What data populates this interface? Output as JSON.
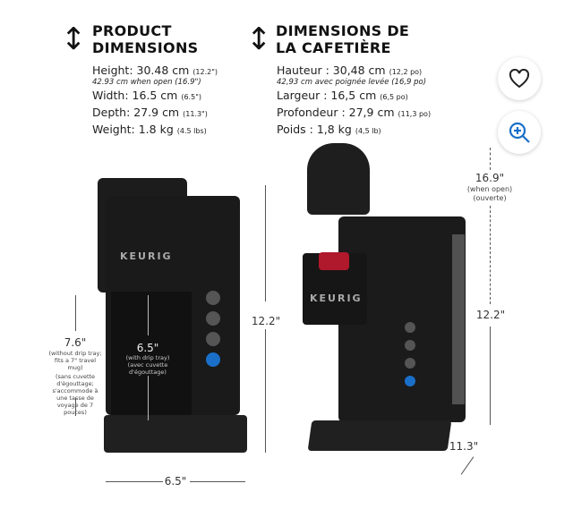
{
  "en": {
    "title_1": "PRODUCT",
    "title_2": "DIMENSIONS",
    "height": "Height: 30.48 cm",
    "height_in": "(12.2\")",
    "open": "42.93 cm when open (16.9\")",
    "width": "Width: 16.5 cm",
    "width_in": "(6.5\")",
    "depth": "Depth: 27.9 cm",
    "depth_in": "(11.3\")",
    "weight": "Weight: 1.8 kg",
    "weight_lb": "(4.5 lbs)"
  },
  "fr": {
    "title_1": "DIMENSIONS DE",
    "title_2": "LA CAFETIÈRE",
    "height": "Hauteur : 30,48 cm",
    "height_in": "(12,2 po)",
    "open": "42,93 cm avec poignée levée (16,9 po)",
    "width": "Largeur : 16,5 cm",
    "width_in": "(6,5 po)",
    "depth": "Profondeur : 27,9 cm",
    "depth_in": "(11,3 po)",
    "weight": "Poids : 1,8 kg",
    "weight_lb": "(4,5 lb)"
  },
  "front": {
    "brand": "KEURIG",
    "height": "12.2\"",
    "width": "6.5\"",
    "mug": "7.6\"",
    "mug_note_en": "(without drip tray; fits a 7\" travel mug)",
    "mug_note_fr": "(sans cuvette d'égouttage; s'accommode à une tasse de voyage de 7 pouces)",
    "tray": "6.5\"",
    "tray_en": "(with drip tray)",
    "tray_fr": "(avec cuvette d'égouttage)"
  },
  "side": {
    "brand": "KEURIG",
    "open": "16.9\"",
    "open_en": "(when open)",
    "open_fr": "(ouverte)",
    "height": "12.2\"",
    "depth": "11.3\""
  },
  "actions": {
    "favorite_icon": "heart-icon",
    "zoom_icon": "zoom-in-icon",
    "accent": "#1a6fc9"
  }
}
